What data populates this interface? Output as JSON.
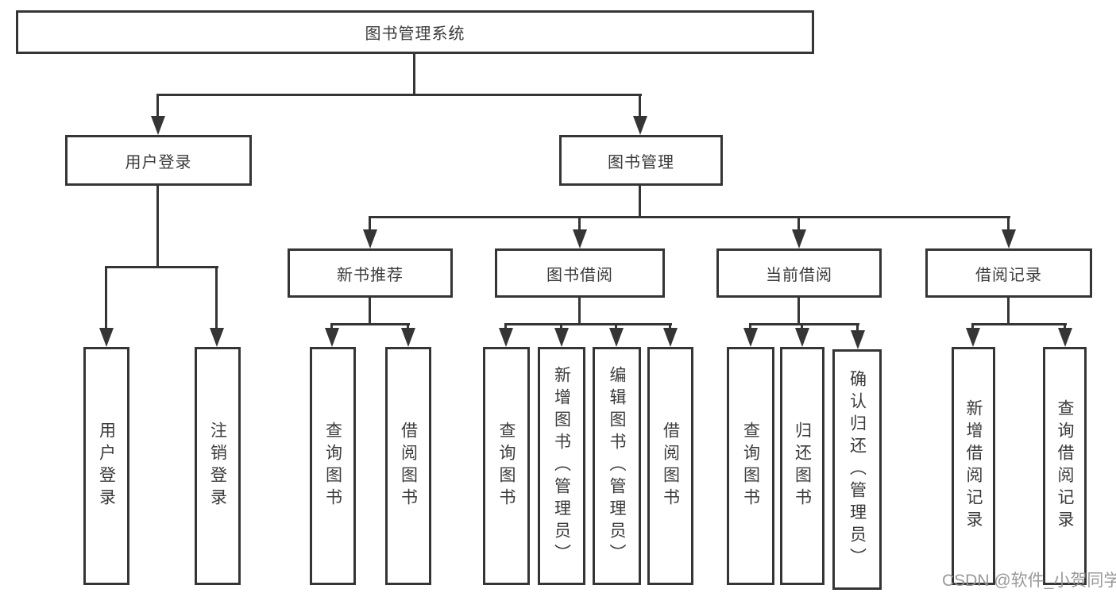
{
  "diagram": {
    "type": "tree",
    "root": {
      "label": "图书管理系统"
    },
    "level2": [
      {
        "label": "用户登录"
      },
      {
        "label": "图书管理"
      }
    ],
    "level3": [
      {
        "label": "新书推荐",
        "parent": "图书管理"
      },
      {
        "label": "图书借阅",
        "parent": "图书管理"
      },
      {
        "label": "当前借阅",
        "parent": "图书管理"
      },
      {
        "label": "借阅记录",
        "parent": "图书管理"
      }
    ],
    "leaves": {
      "g1": [
        "用户登录",
        "注销登录"
      ],
      "g2": [
        "查询图书",
        "借阅图书"
      ],
      "g3": [
        "查询图书",
        "新增图书（管理员）",
        "编辑图书（管理员）",
        "借阅图书"
      ],
      "g4": [
        "查询图书",
        "归还图书",
        "确认归还（管理员）"
      ],
      "g5": [
        "新增借阅记录",
        "查询借阅记录"
      ]
    },
    "leaf_parents": {
      "g1": "用户登录",
      "g2": "新书推荐",
      "g3": "图书借阅",
      "g4": "当前借阅",
      "g5": "借阅记录"
    }
  },
  "watermark": {
    "text": "CSDN @软件_小贺同学",
    "color": "#949494"
  },
  "colors": {
    "line": "#353535",
    "text": "#3b3b3b",
    "background": "#ffffff"
  }
}
